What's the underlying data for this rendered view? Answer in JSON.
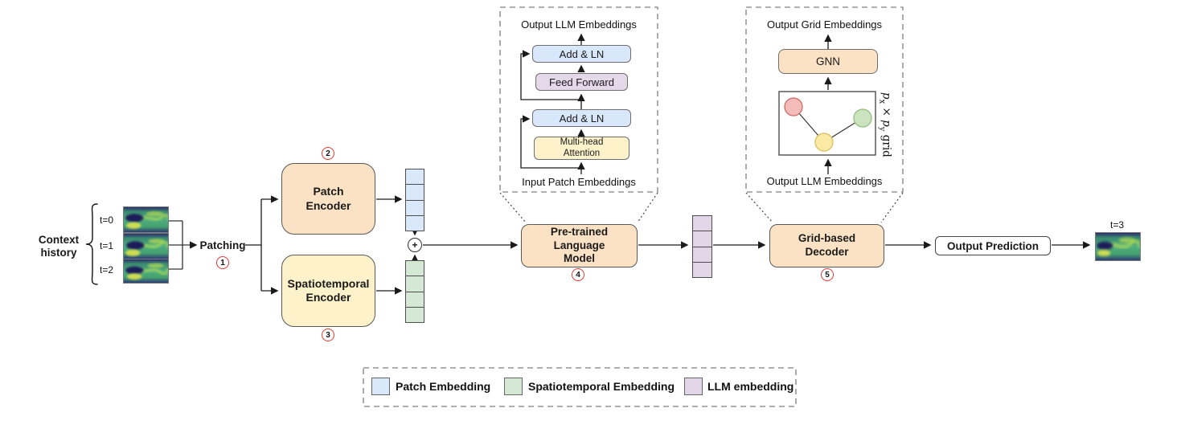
{
  "context": {
    "label": "Context history",
    "t_labels": [
      "t=0",
      "t=1",
      "t=2"
    ]
  },
  "patching": {
    "label": "Patching"
  },
  "steps": [
    "1",
    "2",
    "3",
    "4",
    "5"
  ],
  "encoders": {
    "patch": "Patch Encoder",
    "spatiotemporal": "Spatiotemporal Encoder"
  },
  "combine": {
    "plus": "+"
  },
  "language_model": {
    "label": "Pre-trained Language Model"
  },
  "decoder": {
    "label": "Grid-based Decoder"
  },
  "output": {
    "label": "Output Prediction",
    "t_label": "t=3"
  },
  "transformer_inset": {
    "top_label": "Output LLM Embeddings",
    "add_ln_top": "Add & LN",
    "feed_forward": "Feed Forward",
    "add_ln_bottom": "Add & LN",
    "attention": "Multi-head Attention",
    "bottom_label": "Input Patch Embeddings"
  },
  "gnn_inset": {
    "top_label": "Output Grid Embeddings",
    "gnn_label": "GNN",
    "grid_label": {
      "p1": "p",
      "sub_x": "x",
      "times": "×",
      "p2": "p",
      "sub_y": "y",
      "suffix": "grid"
    },
    "bottom_label": "Output LLM Embeddings"
  },
  "legend": {
    "items": [
      {
        "label": "Patch Embedding",
        "color": "#DAE8FC"
      },
      {
        "label": "Spatiotemporal Embedding",
        "color": "#D5E8D4"
      },
      {
        "label": "LLM embedding",
        "color": "#E1D5E7"
      }
    ]
  },
  "colors": {
    "encoder_orange": "#FBE2C4",
    "encoder_yellow": "#FEF2CB",
    "patch_blue": "#DAE8FC",
    "spatio_green": "#D5E8D4",
    "llm_purple": "#E1D5E7",
    "step_red": "#E53935",
    "node_red": "#F3BCB8",
    "node_yellow": "#FBE9A6",
    "node_green": "#CBE3BE"
  }
}
